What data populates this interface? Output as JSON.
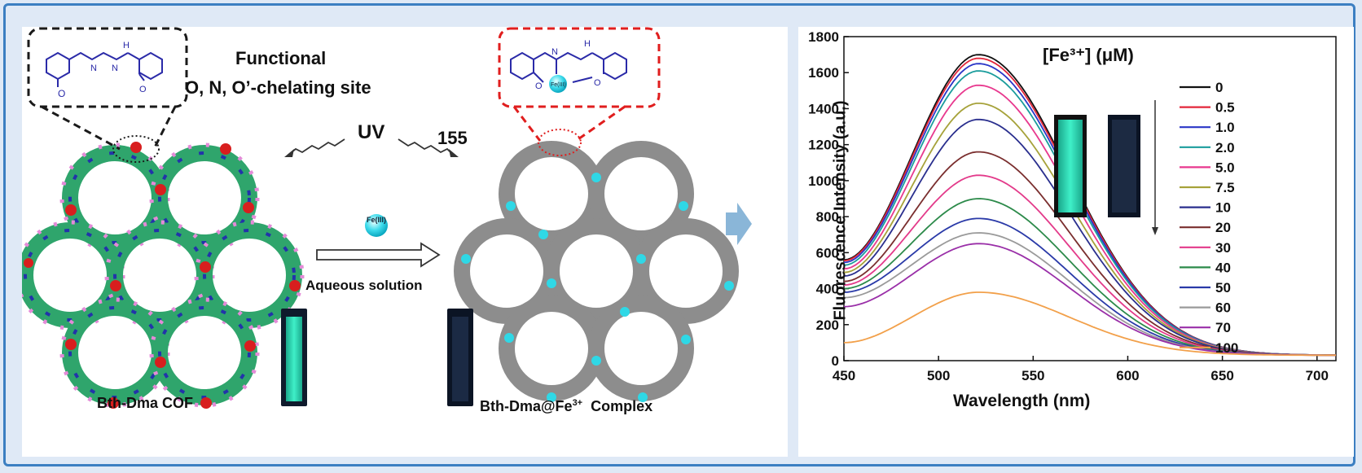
{
  "left": {
    "functional_line1": "Functional",
    "functional_line2": "O, N, O’-chelating site",
    "uv_label": "UV",
    "number_label": "155",
    "fe_bubble": "Fe(III)",
    "aqueous_label": "Aqueous solution",
    "cof_caption": "Bth-Dma  COF",
    "complex_caption_main": "Bth-Dma@Fe",
    "complex_caption_sup": "3+",
    "complex_caption_tail": "  Complex",
    "chelate_fe_label": "Fe(III)",
    "atom_o": "O",
    "atom_n": "N",
    "atom_h": "H"
  },
  "colors": {
    "frame": "#3c7fc2",
    "cof_green": "#2fa56c",
    "cof_blue": "#2233aa",
    "cof_red": "#d81e1e",
    "cof_pink": "#e48ad8",
    "complex_gray": "#8d8d8d",
    "fe_cyan": "#2fd8e6",
    "vial_green": "#2fd6b4",
    "vial_dark": "#1b2a44",
    "big_arrow": "#8ab6d8"
  },
  "chart_data": {
    "type": "line",
    "title": "[Fe³⁺] (μM)",
    "xlabel": "Wavelength (nm)",
    "ylabel": "Fluorescence Intensity (a.u.)",
    "xlim": [
      450,
      710
    ],
    "ylim": [
      0,
      1800
    ],
    "xticks": [
      450,
      500,
      550,
      600,
      650,
      700
    ],
    "yticks": [
      0,
      200,
      400,
      600,
      800,
      1000,
      1200,
      1400,
      1600,
      1800
    ],
    "legend_position": "right",
    "peak_wavelength": 521,
    "series": [
      {
        "name": "0",
        "peak": 1700,
        "start": 560,
        "color": "#111111"
      },
      {
        "name": "0.5",
        "peak": 1680,
        "start": 555,
        "color": "#e3263a"
      },
      {
        "name": "1.0",
        "peak": 1650,
        "start": 545,
        "color": "#2a36c7"
      },
      {
        "name": "2.0",
        "peak": 1610,
        "start": 530,
        "color": "#1a9c9c"
      },
      {
        "name": "5.0",
        "peak": 1530,
        "start": 510,
        "color": "#e8388e"
      },
      {
        "name": "7.5",
        "peak": 1430,
        "start": 490,
        "color": "#a6a23a"
      },
      {
        "name": "10",
        "peak": 1340,
        "start": 470,
        "color": "#2a2f8e"
      },
      {
        "name": "20",
        "peak": 1160,
        "start": 440,
        "color": "#7a2e2e"
      },
      {
        "name": "30",
        "peak": 1030,
        "start": 420,
        "color": "#e33a8a"
      },
      {
        "name": "40",
        "peak": 900,
        "start": 400,
        "color": "#2c8a4a"
      },
      {
        "name": "50",
        "peak": 790,
        "start": 380,
        "color": "#2a3aa8"
      },
      {
        "name": "60",
        "peak": 710,
        "start": 350,
        "color": "#9a9a9a"
      },
      {
        "name": "70",
        "peak": 650,
        "start": 300,
        "color": "#9a2fa8"
      },
      {
        "name": "100",
        "peak": 380,
        "start": 100,
        "color": "#f2a04a"
      }
    ]
  }
}
